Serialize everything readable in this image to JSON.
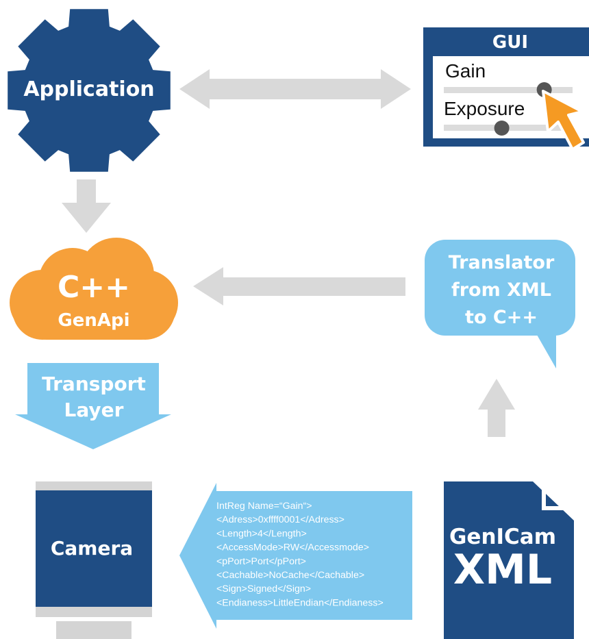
{
  "application": {
    "label": "Application"
  },
  "gui": {
    "title": "GUI",
    "gain_label": "Gain",
    "exposure_label": "Exposure",
    "gain_level": 0.78,
    "exposure_level": 0.45
  },
  "genapi": {
    "line1": "C++",
    "line2": "GenApi"
  },
  "translator": {
    "line1": "Translator",
    "line2": "from XML",
    "line3": "to C++"
  },
  "transport": {
    "line1": "Transport",
    "line2": "Layer"
  },
  "camera": {
    "label": "Camera"
  },
  "xml_file": {
    "line1": "GenICam",
    "line2": "XML"
  },
  "xml_snippet": [
    "IntReg Name=“Gain“>",
    "<Adress>0xffff0001</Adress>",
    "<Length>4</Length>",
    "<AccessMode>RW</Accessmode>",
    "<pPort>Port</pPort>",
    "<Cachable>NoCache</Cachable>",
    "<Sign>Signed</Sign>",
    "<Endianess>LittleEndian</Endianess>"
  ],
  "colors": {
    "navy": "#1f4d84",
    "orange": "#f6a03a",
    "light_blue": "#7fc8ee",
    "arrow_grey": "#d9d9d9",
    "cursor_orange": "#f59a23",
    "slider_track": "#dcdcdc",
    "slider_knob": "#555555"
  }
}
